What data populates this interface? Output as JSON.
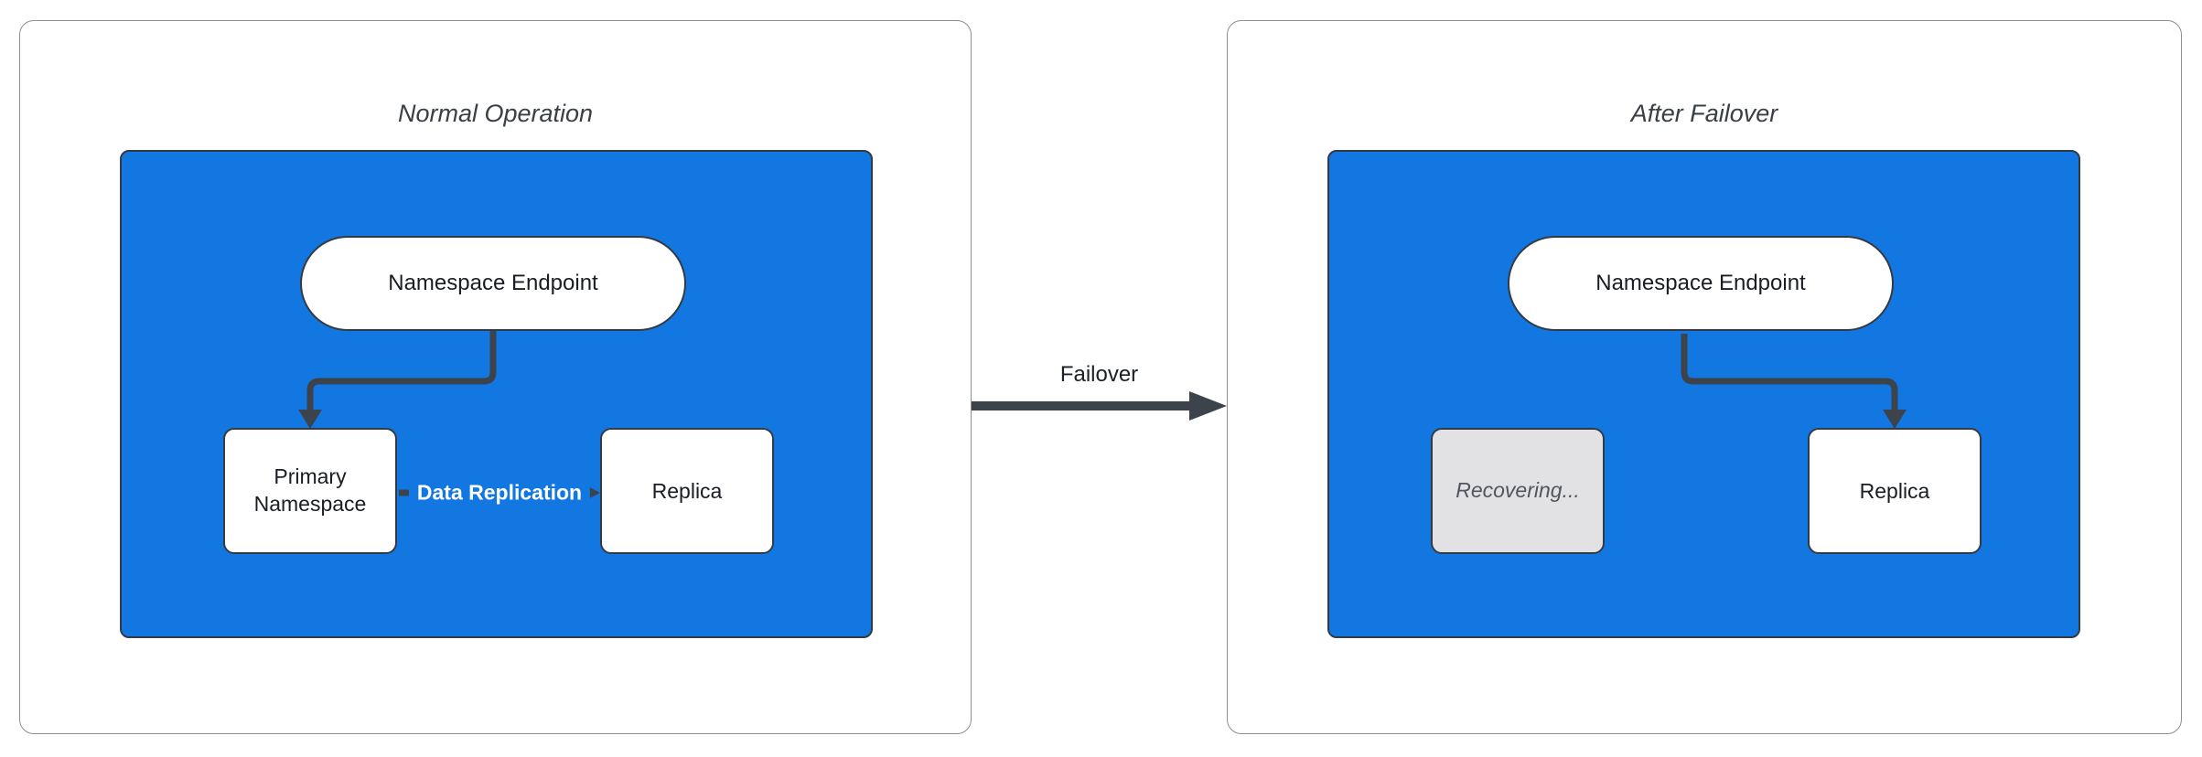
{
  "diagram": {
    "panels": [
      {
        "title": "Normal Operation",
        "nodes": {
          "endpoint": "Namespace Endpoint",
          "left_box": "Primary Namespace",
          "right_box": "Replica"
        },
        "edge_label": "Data Replication"
      },
      {
        "title": "After Failover",
        "nodes": {
          "endpoint": "Namespace Endpoint",
          "left_box": "Recovering...",
          "right_box": "Replica"
        }
      }
    ],
    "transition_label": "Failover",
    "colors": {
      "container_fill": "#1377E1",
      "node_fill": "#FFFFFF",
      "recovering_fill": "#E2E2E4",
      "connector_stroke": "#3C434B",
      "node_border": "#333A43",
      "panel_border": "#8A8F94",
      "edge_label_text": "#FFFFFF"
    }
  }
}
